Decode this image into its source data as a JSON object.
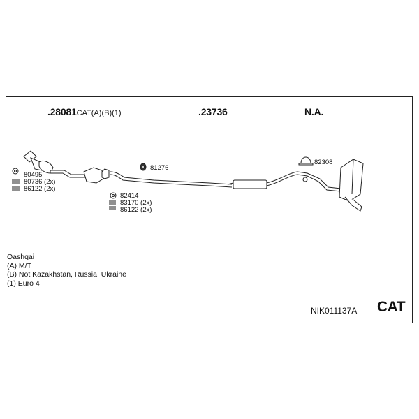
{
  "header": {
    "part_1_number": ".28081",
    "part_1_suffix": "CAT(A)(B)(1)",
    "part_2_number": ".23736",
    "part_3_number": "N.A."
  },
  "parts": {
    "p80495": "80495",
    "p80736": "80736 (2x)",
    "p86122a": "86122 (2x)",
    "p81276": "81276",
    "p82414": "82414",
    "p83170": "83170 (2x)",
    "p86122b": "86122 (2x)",
    "p82308": "82308"
  },
  "notes": {
    "model": "Qashqai",
    "a": "(A) M/T",
    "b": "(B) Not Kazakhstan, Russia, Ukraine",
    "c": "(1) Euro 4"
  },
  "footer": {
    "reference": "NIK011137A",
    "category": "CAT"
  }
}
